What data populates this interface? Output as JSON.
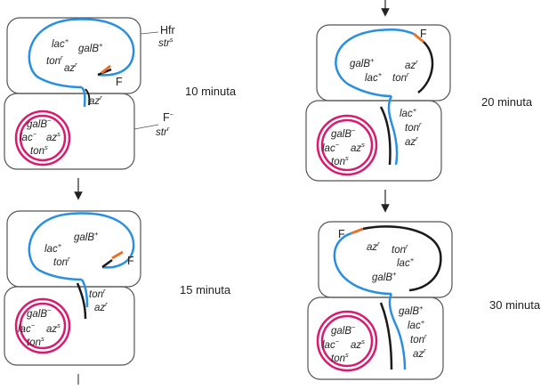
{
  "panels": [
    {
      "time_label": "10 minuta",
      "hfr_labels": {
        "hfr": "Hfr",
        "str_base": "str",
        "str_sup": "s"
      },
      "fminus_labels": {
        "f_base": "F",
        "f_sup": "−",
        "str_base": "str",
        "str_sup": "r"
      },
      "donor_genes": [
        {
          "base": "lac",
          "sup": "+"
        },
        {
          "base": "galB",
          "sup": "+"
        },
        {
          "base": "ton",
          "sup": "r"
        },
        {
          "base": "az",
          "sup": "r"
        }
      ],
      "f_label": "F",
      "transferred": [
        {
          "base": "az",
          "sup": "r"
        }
      ],
      "recipient_genes": [
        {
          "base": "galB",
          "sup": "−"
        },
        {
          "base": "lac",
          "sup": "−"
        },
        {
          "base": "az",
          "sup": "s"
        },
        {
          "base": "ton",
          "sup": "s"
        }
      ]
    },
    {
      "time_label": "15 minuta",
      "donor_genes": [
        {
          "base": "galB",
          "sup": "+"
        },
        {
          "base": "lac",
          "sup": "+"
        },
        {
          "base": "ton",
          "sup": "r"
        }
      ],
      "f_label": "F",
      "transferred": [
        {
          "base": "ton",
          "sup": "r"
        },
        {
          "base": "az",
          "sup": "r"
        }
      ],
      "recipient_genes": [
        {
          "base": "galB",
          "sup": "−"
        },
        {
          "base": "lac",
          "sup": "−"
        },
        {
          "base": "az",
          "sup": "s"
        },
        {
          "base": "ton",
          "sup": "s"
        }
      ]
    },
    {
      "time_label": "20 minuta",
      "donor_genes": [
        {
          "base": "galB",
          "sup": "+"
        },
        {
          "base": "lac",
          "sup": "+"
        }
      ],
      "f_label": "F",
      "transferred": [
        {
          "base": "lac",
          "sup": "+"
        },
        {
          "base": "ton",
          "sup": "r"
        },
        {
          "base": "az",
          "sup": "r"
        }
      ],
      "donor_extra": [
        {
          "base": "az",
          "sup": "r"
        },
        {
          "base": "ton",
          "sup": "r"
        }
      ],
      "recipient_genes": [
        {
          "base": "galB",
          "sup": "−"
        },
        {
          "base": "lac",
          "sup": "−"
        },
        {
          "base": "az",
          "sup": "s"
        },
        {
          "base": "ton",
          "sup": "s"
        }
      ]
    },
    {
      "time_label": "30 minuta",
      "donor_genes": [
        {
          "base": "az",
          "sup": "r"
        },
        {
          "base": "ton",
          "sup": "r"
        },
        {
          "base": "lac",
          "sup": "+"
        },
        {
          "base": "galB",
          "sup": "+"
        }
      ],
      "f_label": "F",
      "transferred": [
        {
          "base": "galB",
          "sup": "+"
        },
        {
          "base": "lac",
          "sup": "+"
        },
        {
          "base": "ton",
          "sup": "r"
        },
        {
          "base": "az",
          "sup": "r"
        }
      ],
      "recipient_genes": [
        {
          "base": "galB",
          "sup": "−"
        },
        {
          "base": "lac",
          "sup": "−"
        },
        {
          "base": "az",
          "sup": "s"
        },
        {
          "base": "ton",
          "sup": "s"
        }
      ]
    }
  ],
  "colors": {
    "chromosome": "#2a8fdf",
    "f_factor": "#e8702a",
    "transferred_strand": "#1a1a1a",
    "recipient": "#d81b70",
    "cell_border": "#555555"
  }
}
